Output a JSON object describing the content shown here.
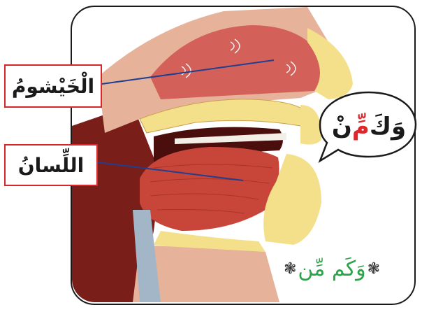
{
  "labels": {
    "nasal_cavity": "الْخَيْشومُ",
    "tongue": "اللِّسانُ"
  },
  "speech_bubble": {
    "part1": "وَكَ",
    "part2_red": "مِّ",
    "part3": "نْ"
  },
  "verse": {
    "text": "وَكَم مِّن",
    "ornament_left": "❃",
    "ornament_right": "❃"
  },
  "colors": {
    "label_border": "#d9262b",
    "pointer_line": "#1f3f8f",
    "highlight_red": "#e0262b",
    "verse_green": "#2ca24a",
    "flesh": "#c8453a",
    "fat_yellow": "#f4e08a"
  }
}
